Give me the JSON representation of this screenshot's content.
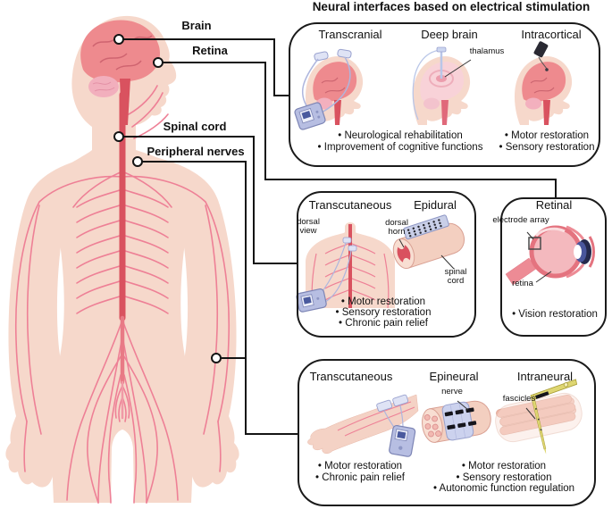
{
  "title": "Neural interfaces based on electrical stimulation",
  "anatomy_labels": {
    "brain": "Brain",
    "retina": "Retina",
    "spinal_cord": "Spinal cord",
    "peripheral_nerves": "Peripheral nerves"
  },
  "panels": {
    "brain": {
      "interfaces": {
        "transcranial": "Transcranial",
        "deep_brain": "Deep brain",
        "intracortical": "Intracortical"
      },
      "annotations": {
        "thalamus": "thalamus"
      },
      "bullets_left": [
        "• Neurological rehabilitation",
        "• Improvement of cognitive functions"
      ],
      "bullets_right": [
        "• Motor restoration",
        "• Sensory restoration"
      ]
    },
    "spinal_cord": {
      "interfaces": {
        "transcutaneous": "Transcutaneous",
        "epidural": "Epidural"
      },
      "annotations": {
        "dorsal_view": "dorsal view",
        "dorsal_horn": "dorsal horn",
        "spinal_cord": "spinal cord"
      },
      "bullets": [
        "• Motor restoration",
        "• Sensory restoration",
        "• Chronic pain relief"
      ]
    },
    "retinal": {
      "interfaces": {
        "retinal": "Retinal"
      },
      "annotations": {
        "electrode_array": "electrode array",
        "retina": "retina"
      },
      "bullets": [
        "• Vision restoration"
      ]
    },
    "peripheral": {
      "interfaces": {
        "transcutaneous": "Transcutaneous",
        "epineural": "Epineural",
        "intraneural": "Intraneural"
      },
      "annotations": {
        "nerve": "nerve",
        "fascicles": "fascicles"
      },
      "bullets_left": [
        "• Motor restoration",
        "• Chronic pain relief"
      ],
      "bullets_right": [
        "• Motor restoration",
        "• Sensory restoration",
        "• Autonomic function regulation"
      ]
    }
  },
  "colors": {
    "skin": "#f6d8cb",
    "nerve_pink": "#ee8096",
    "spine_red": "#d9525f",
    "brain_coral": "#ee8a8e",
    "brain_pale": "#f8d2d8",
    "cerebellum_pink": "#f3b0be",
    "device_lavender": "#b7bee2",
    "electrode_pad": "#dfe3f5",
    "cuff_lavender": "#ccd2ee",
    "implant_black": "#26262e",
    "eye_ring": "#e4737f",
    "iris_navy": "#4a569c",
    "shank_yellow": "#ded672",
    "panel_border": "#1a1a1a"
  }
}
